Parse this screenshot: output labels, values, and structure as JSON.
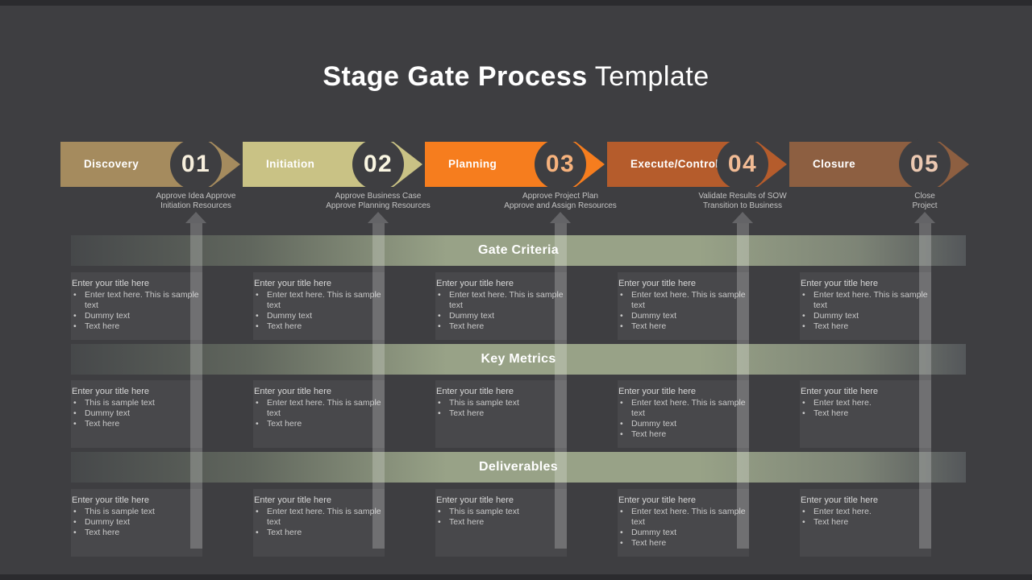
{
  "title": {
    "bold": "Stage Gate Process",
    "light": "Template"
  },
  "bullet_marker": "•",
  "colors": {
    "slide_background": "#3e3e41",
    "section_band": "#98a287",
    "content_block": "#48484b",
    "connector_bar": "rgba(255,255,255,0.22)",
    "stage_number_circle": "#3e3e41"
  },
  "stages": [
    {
      "label": "Discovery",
      "number": "01",
      "color": "#a58b5e",
      "number_color": "#f7efdd",
      "caption": [
        "Approve Idea Approve",
        "Initiation Resources"
      ]
    },
    {
      "label": "Initiation",
      "number": "02",
      "color": "#c9c285",
      "number_color": "#faf6e2",
      "caption": [
        "Approve Business Case",
        "Approve Planning Resources"
      ]
    },
    {
      "label": "Planning",
      "number": "03",
      "color": "#f67d1e",
      "number_color": "#f6b27d",
      "caption": [
        "Approve Project Plan",
        "Approve and Assign Resources"
      ]
    },
    {
      "label": "Execute/Control",
      "number": "04",
      "color": "#b55c2c",
      "number_color": "#f1bb95",
      "caption": [
        "Validate Results of SOW",
        "Transition to Business"
      ]
    },
    {
      "label": "Closure",
      "number": "05",
      "color": "#8d5f41",
      "number_color": "#ecc9b2",
      "caption": [
        "Close",
        "Project"
      ]
    }
  ],
  "sections": [
    {
      "title": "Gate Criteria",
      "columns": [
        {
          "title": "Enter your title here",
          "bullets": [
            "Enter text here. This is sample text",
            "Dummy text",
            "Text here"
          ]
        },
        {
          "title": "Enter your title here",
          "bullets": [
            "Enter text here. This is sample text",
            "Dummy text",
            "Text here"
          ]
        },
        {
          "title": "Enter your title here",
          "bullets": [
            "Enter text here. This is sample text",
            "Dummy text",
            "Text here"
          ]
        },
        {
          "title": "Enter your title here",
          "bullets": [
            "Enter text here. This is sample text",
            "Dummy text",
            "Text here"
          ]
        },
        {
          "title": "Enter your title here",
          "bullets": [
            "Enter text here. This is sample text",
            "Dummy text",
            "Text here"
          ]
        }
      ]
    },
    {
      "title": "Key Metrics",
      "columns": [
        {
          "title": "Enter your title here",
          "bullets": [
            "This is sample text",
            "Dummy text",
            "Text here"
          ]
        },
        {
          "title": "Enter your title here",
          "bullets": [
            "Enter text here. This is sample text",
            "Text here"
          ]
        },
        {
          "title": "Enter your title here",
          "bullets": [
            "This is sample text",
            "Text here"
          ]
        },
        {
          "title": "Enter your title here",
          "bullets": [
            "Enter text here. This is sample text",
            "Dummy text",
            "Text here"
          ]
        },
        {
          "title": "Enter your title here",
          "bullets": [
            "Enter text here.",
            "Text here"
          ]
        }
      ]
    },
    {
      "title": "Deliverables",
      "columns": [
        {
          "title": "Enter your title here",
          "bullets": [
            "This is sample text",
            "Dummy text",
            "Text here"
          ]
        },
        {
          "title": "Enter your title here",
          "bullets": [
            "Enter text here. This is sample text",
            "Text here"
          ]
        },
        {
          "title": "Enter your title here",
          "bullets": [
            "This is sample text",
            "Text here"
          ]
        },
        {
          "title": "Enter your title here",
          "bullets": [
            "Enter text here. This is sample text",
            "Dummy text",
            "Text here"
          ]
        },
        {
          "title": "Enter your title here",
          "bullets": [
            "Enter text here.",
            "Text here"
          ]
        }
      ]
    }
  ]
}
